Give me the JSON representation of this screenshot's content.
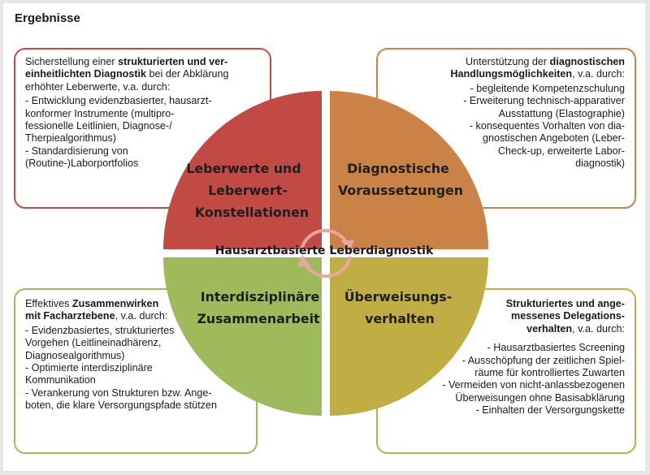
{
  "heading": "Ergebnisse",
  "colors": {
    "red": "#c24a45",
    "orange": "#ca8246",
    "green": "#9eba5a",
    "olive": "#c0ae45",
    "arrow": "#e8a6a2"
  },
  "center_label": "Hausarztbasierte Leberdiagnostik",
  "quadrants": {
    "top_left": {
      "lines": [
        "Leberwerte und",
        "Leberwert-",
        "Konstellationen"
      ]
    },
    "top_right": {
      "lines": [
        "Diagnostische",
        "Voraussetzungen"
      ]
    },
    "bottom_left": {
      "lines": [
        "Interdisziplinäre",
        "Zusammenarbeit"
      ]
    },
    "bottom_right": {
      "lines": [
        "Überweisungs-",
        "verhalten"
      ]
    }
  },
  "boxes": {
    "top_left": {
      "intro": {
        "l1a": "Sicherstellung einer ",
        "l1b": "strukturierten und ver-",
        "l2a": "einheitlichten Diagnostik",
        "l2b": " bei der Abklärung",
        "l3": "erhöhter Leberwerte, v.a. durch:"
      },
      "items": [
        "- Entwicklung evidenzbasierter, hausarzt-",
        "konformer Instrumente (multipro-",
        "fessionelle Leitlinien, Diagnose-/",
        "Therpiealgorithmus)",
        "- Standardisierung von",
        "(Routine-)Laborportfolios"
      ]
    },
    "top_right": {
      "intro": {
        "l1a": "Unterstützung der ",
        "l1b": "diagnostischen",
        "l2a": "Handlungsmöglichkeiten",
        "l2b": ", v.a. durch:"
      },
      "items": [
        "- begleitende Kompetenzschulung",
        "- Erweiterung technisch-apparativer",
        "Ausstattung (Elastographie)",
        "- konsequentes Vorhalten von dia-",
        "gnostischen Angeboten (Leber-",
        "Check-up, erweiterte Labor-",
        "diagnostik)"
      ]
    },
    "bottom_left": {
      "intro": {
        "l1a": "Effektives ",
        "l1b": "Zusammenwirken",
        "l2a": "mit Facharztebene",
        "l2b": ", v.a. durch:"
      },
      "items": [
        "- Evidenzbasiertes, strukturiertes",
        "Vorgehen (Leitlineinadhärenz,",
        "Diagnosealgorithmus)",
        "- Optimierte interdisziplinäre",
        "Kommunikation",
        "- Verankerung von Strukturen bzw. Ange-",
        "boten, die klare Versorgungspfade stützen"
      ]
    },
    "bottom_right": {
      "intro": {
        "l1": "Strukturiertes und ange-",
        "l2": "messenes Delegations-",
        "l3a": "verhalten",
        "l3b": ", v.a. durch:"
      },
      "items": [
        "- Hausarztbasiertes Screening",
        "- Ausschöpfung der zeitlichen Spiel-",
        "räume für kontrolliertes Zuwarten",
        "- Vermeiden von nicht-anlassbezogenen",
        "Überweisungen ohne Basisabklärung",
        "- Einhalten der Versorgungskette"
      ]
    }
  }
}
